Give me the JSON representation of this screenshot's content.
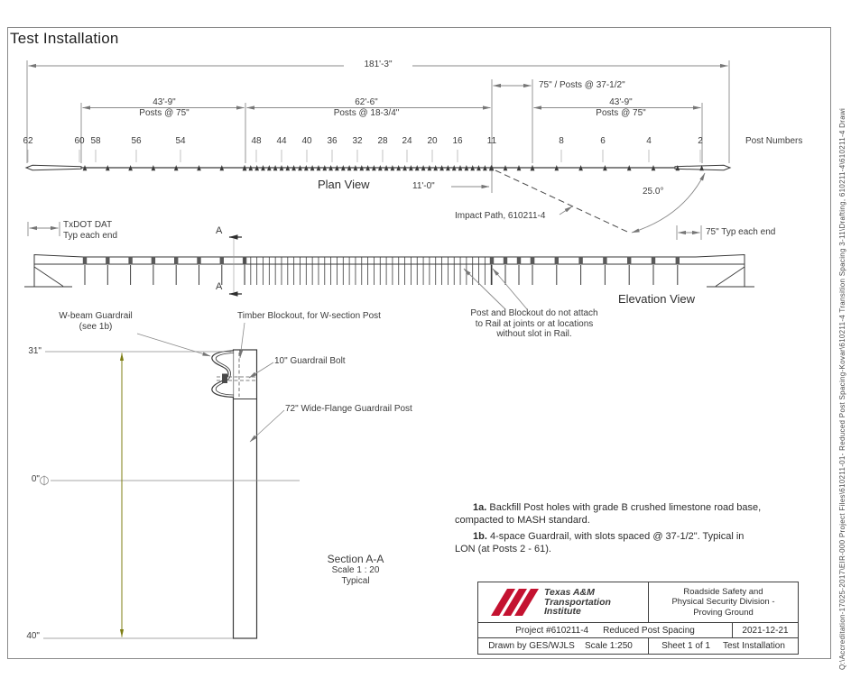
{
  "title": "Test Installation",
  "plan_view": {
    "label": "Plan View",
    "dims": {
      "total": "181'-3\"",
      "seg_left": "43'-9\"",
      "seg_left_sub": "Posts @ 75\"",
      "seg_mid": "62'-6\"",
      "seg_mid_sub": "Posts @ 18-3/4\"",
      "seg_75": "75\" / Posts @ 37-1/2\"",
      "seg_right": "43'-9\"",
      "seg_right_sub": "Posts @ 75\"",
      "offset_11": "11'-0\"",
      "impact_angle": "25.0°"
    },
    "impact_path_label": "Impact Path, 610211-4",
    "post_numbers": [
      "62",
      "60",
      "58",
      "56",
      "54",
      "48",
      "44",
      "40",
      "36",
      "32",
      "28",
      "24",
      "20",
      "16",
      "11",
      "8",
      "6",
      "4",
      "2"
    ],
    "post_numbers_label": "Post Numbers"
  },
  "elevation_view": {
    "label": "Elevation View",
    "dat_label_1": "TxDOT DAT",
    "dat_label_2": "Typ each end",
    "section_marker": "A",
    "typ_75": "75\" Typ each end",
    "attach_note_1": "Post and Blockout do not attach",
    "attach_note_2": "to Rail at joints or at locations",
    "attach_note_3": "without slot in Rail."
  },
  "section": {
    "label_1": "Section A-A",
    "label_2": "Scale 1 : 20",
    "label_3": "Typical",
    "wbeam_1": "W-beam Guardrail",
    "wbeam_2": "(see 1b)",
    "blockout": "Timber Blockout, for W-section Post",
    "bolt": "10\" Guardrail Bolt",
    "post": "72\" Wide-Flange Guardrail Post",
    "dim_top": "31\"",
    "dim_zero": "0\"",
    "dim_bottom": "40\""
  },
  "notes": {
    "n1a_label": "1a.",
    "n1a_text": "Backfill Post holes with grade B crushed limestone road base, compacted to MASH standard.",
    "n1b_label": "1b.",
    "n1b_text": "4-space Guardrail, with slots spaced @ 37-1/2\".  Typical in LON (at Posts 2 - 61)."
  },
  "titleblock": {
    "logo": {
      "line1": "Texas A&M",
      "line2": "Transportation",
      "line3": "Institute"
    },
    "division_1": "Roadside Safety and",
    "division_2": "Physical Security Division -",
    "division_3": "Proving Ground",
    "project": "Project #610211-4",
    "project_name": "Reduced Post Spacing",
    "date": "2021-12-21",
    "drawn_by": "Drawn by GES/WJLS",
    "scale": "Scale 1:250",
    "sheet": "Sheet 1 of 1",
    "sheet_name": "Test Installation"
  },
  "sidebar_path": "Q:\\Accreditation-17025-2017\\EIR-000 Project Files\\610211-01- Reduced Post Spacing-Kovar\\610211-4 Transition Spacing 3-11\\Drafting, 610211-4\\610211-4 Drawi",
  "colors": {
    "accent_red": "#c41230",
    "dim_olive": "#7d7d12"
  }
}
